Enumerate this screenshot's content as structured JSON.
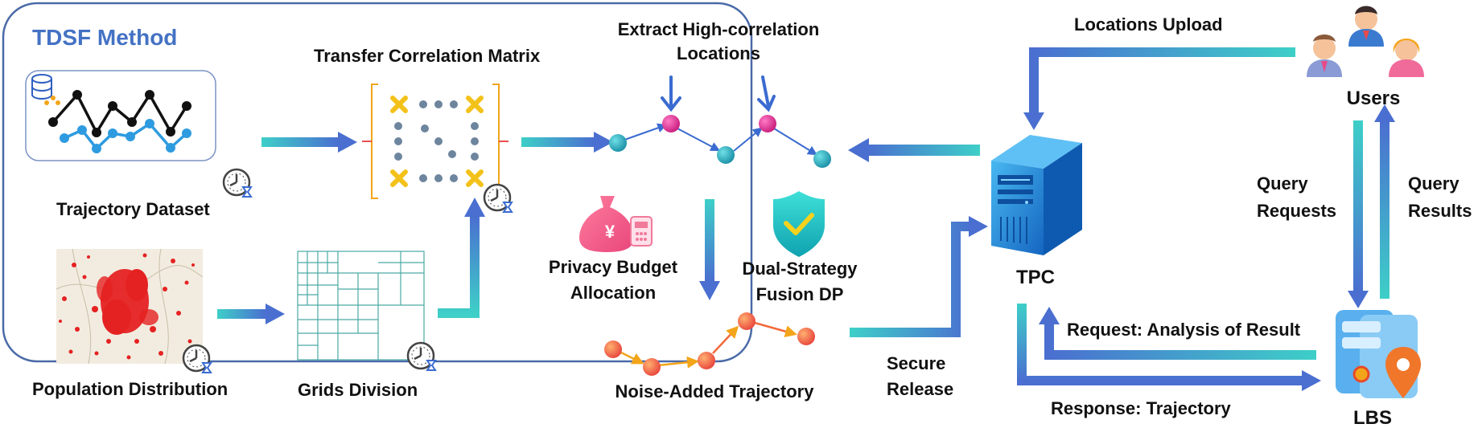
{
  "method": {
    "title": "TDSF Method"
  },
  "labels": {
    "trajectory_dataset": "Trajectory Dataset",
    "population_distribution": "Population Distribution",
    "grids_division": "Grids Division",
    "transfer_correlation_matrix": "Transfer Correlation Matrix",
    "extract_line1": "Extract High-correlation",
    "extract_line2": "Locations",
    "privacy_line1": "Privacy Budget",
    "privacy_line2": "Allocation",
    "dual_line1": "Dual-Strategy",
    "dual_line2": "Fusion DP",
    "noise_added_trajectory": "Noise-Added Trajectory",
    "secure_line1": "Secure",
    "secure_line2": "Release",
    "locations_upload": "Locations Upload",
    "users": "Users",
    "tpc": "TPC",
    "lbs": "LBS",
    "query_requests_line1": "Query",
    "query_requests_line2": "Requests",
    "query_results_line1": "Query",
    "query_results_line2": "Results",
    "request_analysis": "Request: Analysis of Result",
    "response_trajectory": "Response: Trajectory"
  },
  "icons": {
    "currency_symbol": "¥"
  },
  "colors": {
    "title_blue": "#4472c4",
    "frame": "#4a6aa8",
    "arrow_teal": "#3cc9c9",
    "arrow_blue": "#4a7bd0",
    "node_teal": "#27a9b9",
    "node_pink": "#e3338f",
    "noise_orange": "#f0604a",
    "server_blue": "#1e88d6",
    "heat_red": "#e52222"
  }
}
